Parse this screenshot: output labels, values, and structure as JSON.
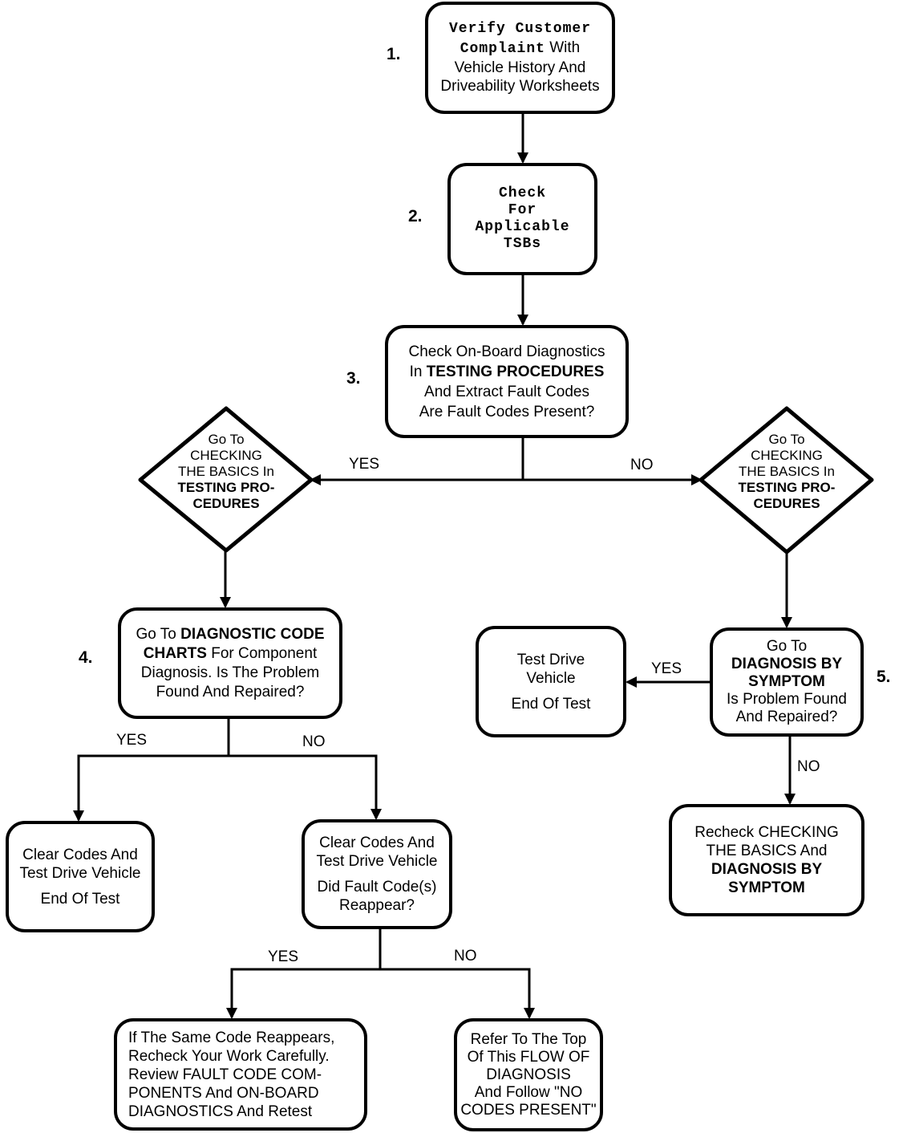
{
  "steps": {
    "s1": "1.",
    "s2": "2.",
    "s3": "3.",
    "s4": "4.",
    "s5": "5."
  },
  "nodes": {
    "verify": {
      "l1": "Verify Customer",
      "l2a": "Complaint",
      "l2b": " With",
      "l3": "Vehicle History And",
      "l4": "Driveability Worksheets"
    },
    "tsb": {
      "l1": "Check",
      "l2": "For",
      "l3": "Applicable",
      "l4": "TSBs"
    },
    "obd": {
      "l1": "Check On-Board Diagnostics",
      "l2a": "In ",
      "l2b": "TESTING PROCEDURES",
      "l3": "And Extract Fault Codes",
      "l4": "Are Fault Codes Present?"
    },
    "basics_left": {
      "l1": "Go To",
      "l2": "CHECKING",
      "l3": "THE  BASICS In",
      "l4": "TESTING PRO-",
      "l5": "CEDURES"
    },
    "basics_right": {
      "l1": "Go To",
      "l2": "CHECKING",
      "l3": "THE BASICS In",
      "l4": "TESTING PRO-",
      "l5": "CEDURES"
    },
    "code_charts": {
      "l1a": "Go To ",
      "l1b": "DIAGNOSTIC CODE",
      "l2a": "CHARTS",
      "l2b": " For Component",
      "l3": "Diagnosis.  Is The Problem",
      "l4": "Found And Repaired?"
    },
    "test_drive_right": {
      "l1": "Test Drive",
      "l2": "Vehicle",
      "l3": "End Of Test"
    },
    "symptom": {
      "l1": "Go To",
      "l2": "DIAGNOSIS BY",
      "l3": "SYMPTOM",
      "l4": "Is Problem Found",
      "l5": "And Repaired?"
    },
    "clear_end": {
      "l1": "Clear Codes And",
      "l2": "Test Drive Vehicle",
      "l3": "End Of Test"
    },
    "clear_reappear": {
      "l1": "Clear Codes And",
      "l2": "Test Drive Vehicle",
      "l3": "Did Fault Code(s)",
      "l4": "Reappear?"
    },
    "recheck": {
      "l1": "Recheck CHECKING",
      "l2": "THE BASICS And",
      "l3": "DIAGNOSIS BY",
      "l4": "SYMPTOM"
    },
    "same_code": {
      "l1": "If The Same Code Reappears,",
      "l2": "Recheck Your  Work Carefully.",
      "l3": "Review FAULT CODE COM-",
      "l4": "PONENTS And ON-BOARD",
      "l5": "DIAGNOSTICS  And Retest"
    },
    "refer_top": {
      "l1": "Refer To The Top",
      "l2": "Of This FLOW OF",
      "l3": "DIAGNOSIS",
      "l4": "And Follow \"NO",
      "l5": "CODES PRESENT\""
    }
  },
  "branch_labels": {
    "obd_yes": "YES",
    "obd_no": "NO",
    "symptom_yes": "YES",
    "symptom_no": "NO",
    "charts_yes": "YES",
    "charts_no": "NO",
    "reappear_yes": "YES",
    "reappear_no": "NO"
  }
}
